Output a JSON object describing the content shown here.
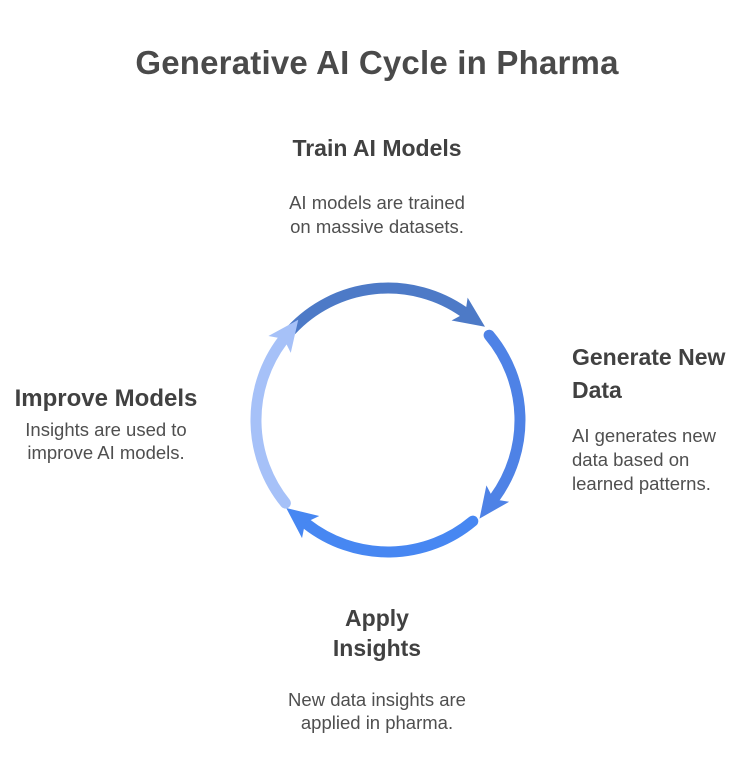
{
  "title": "Generative AI Cycle in Pharma",
  "colors": {
    "background": "#ffffff",
    "title_text": "#4a4a4a",
    "heading_text": "#414141",
    "body_text": "#4f4f4f"
  },
  "stages": {
    "train": {
      "heading": "Train AI Models",
      "desc_lines": [
        "AI models are trained",
        "on massive datasets."
      ]
    },
    "generate": {
      "heading_lines": [
        "Generate New",
        "Data"
      ],
      "desc_lines": [
        "AI generates new",
        "data based on",
        "learned patterns."
      ]
    },
    "apply": {
      "heading_lines": [
        "Apply",
        "Insights"
      ],
      "desc_lines": [
        "New data insights are",
        "applied in pharma."
      ]
    },
    "improve": {
      "heading": "Improve Models",
      "desc_lines": [
        "Insights are used to",
        "improve AI models."
      ]
    }
  },
  "cycle": {
    "direction": "clockwise",
    "arcs": [
      {
        "name": "top",
        "color": "#4d7ac7"
      },
      {
        "name": "right",
        "color": "#4e82e6"
      },
      {
        "name": "bottom",
        "color": "#4787f2"
      },
      {
        "name": "left",
        "color": "#a6c1f8"
      }
    ]
  }
}
